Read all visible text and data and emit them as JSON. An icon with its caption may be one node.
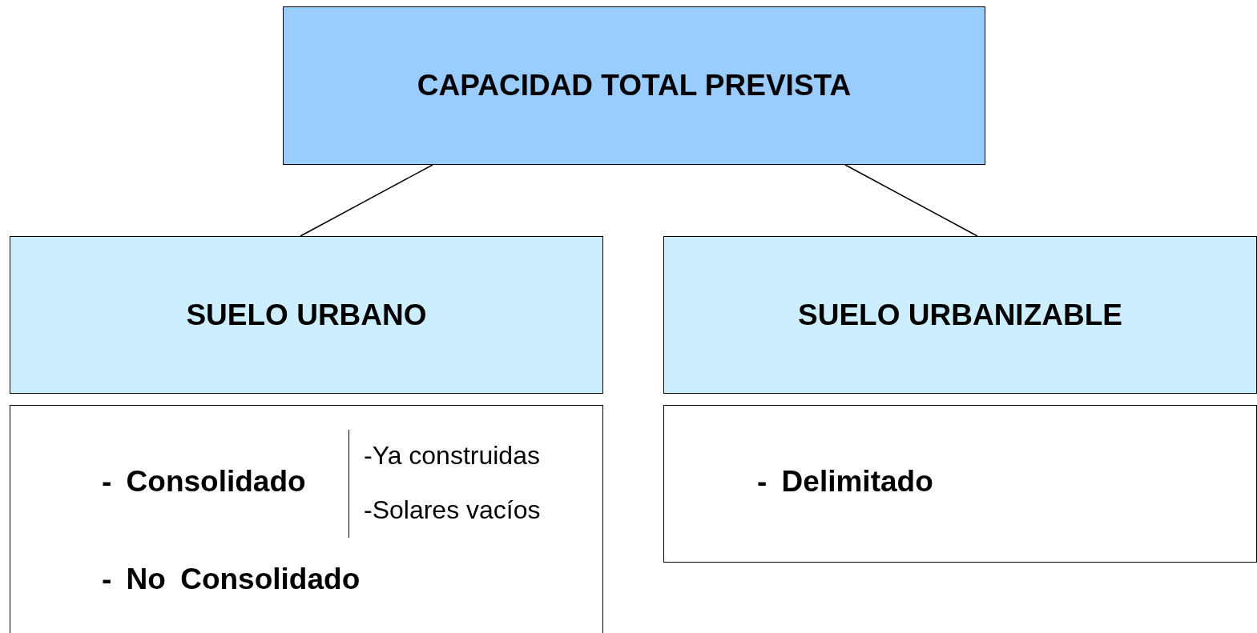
{
  "diagram": {
    "nodes": [
      {
        "text": [
          "CAPACIDAD TOTAL PREVISTA"
        ]
      },
      {
        "text": [
          "SUELO URBANO"
        ]
      },
      {
        "text": [
          "SUELO URBANIZABLE"
        ]
      },
      {
        "text": [
          "- Consolidado",
          "-Ya construidas",
          "-Solares vacíos",
          "- No Consolidado"
        ]
      },
      {
        "text": [
          "- Delimitado"
        ]
      }
    ],
    "edges": [
      {
        "from": 0,
        "to": 1,
        "arrow": "none"
      },
      {
        "from": 0,
        "to": 2,
        "arrow": "none"
      }
    ]
  }
}
